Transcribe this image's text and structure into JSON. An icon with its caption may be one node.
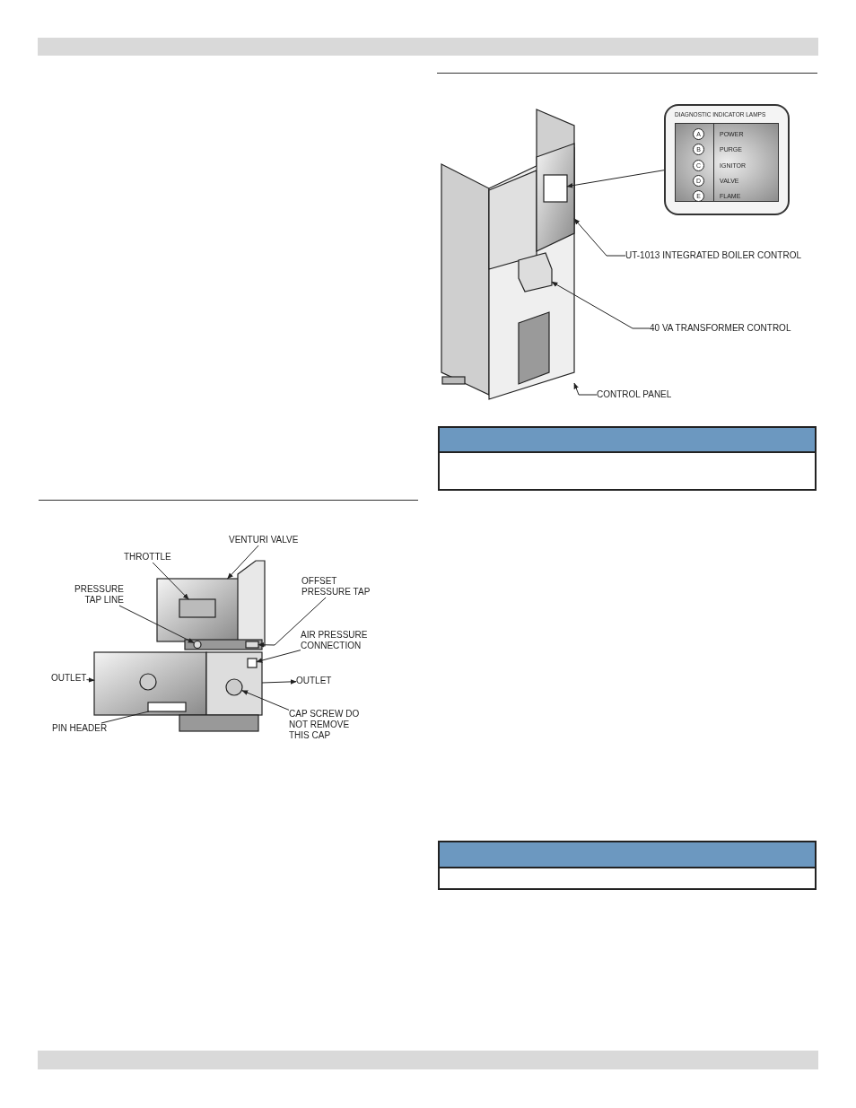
{
  "diagram": {
    "nodes": [
      {
        "text": [
          "VENTURI VALVE"
        ]
      },
      {
        "text": [
          "THROTTLE"
        ]
      },
      {
        "text": [
          "PRESSURE TAP LINE"
        ]
      },
      {
        "text": [
          "OFFSET PRESSURE TAP"
        ]
      },
      {
        "text": [
          "AIR PRESSURE CONNECTION"
        ]
      },
      {
        "text": [
          "OUTLET"
        ]
      },
      {
        "text": [
          "OUTLET"
        ]
      },
      {
        "text": [
          "PIN HEADER"
        ]
      },
      {
        "text": [
          "CAP SCREW DO NOT REMOVE THIS CAP"
        ]
      },
      {
        "text": [
          "DIAGNOSTIC INDICATOR LAMPS"
        ]
      },
      {
        "text": [
          "A"
        ],
        "in": 9
      },
      {
        "text": [
          "B"
        ],
        "in": 9
      },
      {
        "text": [
          "C"
        ],
        "in": 9
      },
      {
        "text": [
          "D"
        ],
        "in": 9
      },
      {
        "text": [
          "E"
        ],
        "in": 9
      },
      {
        "text": [
          "UT-1013 INTEGRATED BOILER CONTROL"
        ]
      },
      {
        "text": [
          "40 VA TRANSFORMER CONTROL"
        ]
      },
      {
        "text": [
          "CONTROL PANEL"
        ]
      },
      {
        "text": [],
        "shape": "box"
      },
      {
        "text": [],
        "shape": "box",
        "in": 18
      },
      {
        "text": [],
        "shape": "circle"
      },
      {
        "text": [],
        "shape": "box"
      },
      {
        "text": [],
        "shape": "box"
      },
      {
        "text": [],
        "shape": "box",
        "in": 22
      },
      {
        "text": [],
        "shape": "box"
      },
      {
        "text": [],
        "shape": "box",
        "in": 24
      },
      {
        "text": [],
        "shape": "circle",
        "in": 24
      },
      {
        "text": [],
        "shape": "box"
      },
      {
        "text": [],
        "shape": "box",
        "in": 27
      },
      {
        "text": [],
        "shape": "box",
        "in": 28
      },
      {
        "text": [],
        "shape": "box",
        "in": 27
      }
    ],
    "edges": [
      {
        "from": 0,
        "to": 18,
        "arrow": "to"
      },
      {
        "from": 1,
        "to": 19,
        "arrow": "to"
      },
      {
        "from": 2,
        "to": 20,
        "arrow": "to"
      },
      {
        "from": 3,
        "to": 21,
        "arrow": "to"
      },
      {
        "from": 4,
        "to": 25,
        "arrow": "to"
      },
      {
        "from": 5,
        "to": 22,
        "arrow": "to"
      },
      {
        "from": 24,
        "to": 6,
        "arrow": "to"
      },
      {
        "from": 7,
        "to": 23,
        "arrow": "none"
      },
      {
        "from": 8,
        "to": 26,
        "arrow": "to"
      },
      {
        "from": 9,
        "to": 29,
        "arrow": "to"
      },
      {
        "from": 15,
        "to": 28,
        "arrow": "to"
      },
      {
        "from": 16,
        "to": 30,
        "arrow": "to"
      },
      {
        "from": 17,
        "to": 27,
        "arrow": "to"
      }
    ],
    "labels": [
      "POWER",
      "PURGE",
      "IGNITOR",
      "VALVE",
      "FLAME"
    ]
  }
}
